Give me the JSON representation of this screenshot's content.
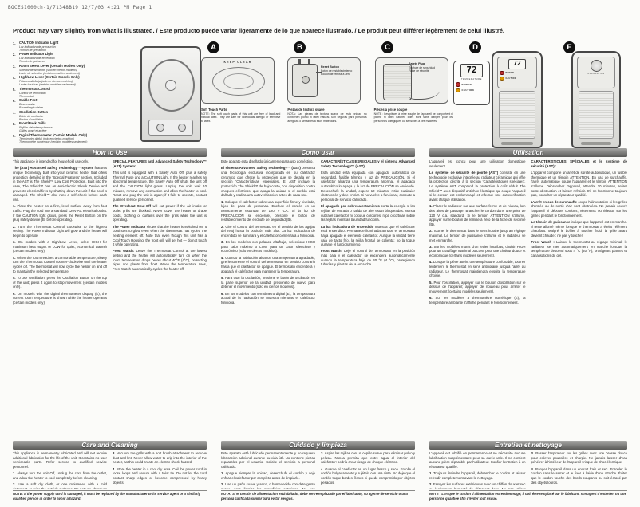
{
  "print_info": "BOCES1000ch-1/71348B19  12/7/03  4:21 PM  Page 1",
  "notice": "Product may vary slightly from what is illustrated. / Este producto puede variar ligeramente de lo que aparece ilustrado. / Le produit peut différer légèrement de celui illustré.",
  "parts": {
    "items": [
      {
        "num": "1.",
        "en": "CAUTION Indicator Light",
        "es": "Luz indicadora de precaución",
        "fr": "Témoin de précaution"
      },
      {
        "num": "2.",
        "en": "Power Indicator Light",
        "es": "Luz indicadora de encendido",
        "fr": "Témoin de puissance"
      },
      {
        "num": "3.",
        "en": "Room Select Lever (Certain Models Only)",
        "es": "Selector de ambiente (solo en ciertos modelos)",
        "fr": "Levier de sélection (certains modèles seulement)"
      },
      {
        "num": "4.",
        "en": "High/Low Lever (Certain Models Only)",
        "es": "Palanca alta/baja (solo en ciertos modelos)",
        "fr": "Levier haut/bas (certains modèles seulement)"
      },
      {
        "num": "5.",
        "en": "Thermostat Control",
        "es": "Control de termostato",
        "fr": "Thermostat"
      },
      {
        "num": "6.",
        "en": "Stable Feet",
        "es": "Base estable",
        "fr": "Base élargie stable"
      },
      {
        "num": "7.",
        "en": "Oscillation Button",
        "es": "Botón de oscilación",
        "fr": "Bouton d'oscillation"
      },
      {
        "num": "8.",
        "en": "Front/Back Grills",
        "es": "Rejillas delantera y trasera",
        "fr": "Grilles avant et arrière"
      },
      {
        "num": "9.",
        "en": "Digital Thermometer (Certain Models Only)",
        "es": "Termómetro digital (solo en ciertos modelos)",
        "fr": "Thermomètre numérique (certains modèles seulement)"
      }
    ]
  },
  "figures": {
    "badges": [
      "A",
      "B",
      "C",
      "D",
      "E"
    ],
    "keep_clear": "KEEP CLEAR",
    "reset_en": "Reset Button",
    "reset_es": "Botón de restablecimiento",
    "reset_fr": "Bouton de remise à zéro",
    "plug_en": "Safety Plug",
    "plug_es": "Enchufe de seguridad",
    "plug_fr": "Fiche de sécurité",
    "display": "72",
    "temperature": "TEMPERATURE",
    "power": "POWER",
    "caution": "CAUTION",
    "oscillation": "OSCILLATION",
    "captions": [
      {
        "lead": "Soft Touch Parts",
        "text": "NOTE: The soft touch parts of this unit are free of lead and natural latex. They are safe for individuals allergic or sensitive to latex."
      },
      {
        "lead": "Piezas de textura suave",
        "text": "NOTA: Las piezas de textura suave de esta unidad no contienen plomo ni látex natural. Son seguras para personas alérgicas o sensibles a esos materiales."
      },
      {
        "lead": "Pièces à prise souple",
        "text": "NOTE : Les pièces à prise souple de l'appareil ne comportent ni plomb ni latex naturel. Elles sont sans danger pour les personnes allergiques ou sensibles à ces matières."
      }
    ]
  },
  "sections": {
    "howto": {
      "title": "How to Use",
      "col1": [
        {
          "b": "",
          "t": "This appliance is intended for household use only."
        },
        {
          "b": "The (AST) Advanced Safety Technology™ system",
          "t": "features unique technology built into your ceramic heater that offers protection detailed in the 'Special Features' section. Included in the AST is The Shield™ Low Cost Protection. Built into the case, The Shield™ has an Anti-Electric Shock Device and prevents electrical fires by shutting down the unit if the cord is damaged. The Shield™ also runs a self check before each use."
        },
        {
          "b": "1.",
          "t": "Place the heater on a firm, level surface away from foot traffic. Plug the cord into a standard 120V AC electrical outlet. If the CAUTION light glows, press the Reset Button on the plug safety device (B) before operating."
        },
        {
          "b": "2.",
          "t": "Turn the Thermostat Control clockwise to the highest setting. The Power Indicator Light will glow and the heater will begin to operate."
        },
        {
          "b": "3.",
          "t": "On models with a High/Low Lever, select HIGH for maximum heat output or LOW for quiet, economical warmth (certain models only)."
        },
        {
          "b": "4.",
          "t": "When the room reaches a comfortable temperature, slowly turn the Thermostat Control counter-clockwise until the heater cycles off. The thermostat will now cycle the heater on and off to maintain the selected temperature."
        },
        {
          "b": "5.",
          "t": "To use Oscillation, press the Oscillation Button on the top of the unit; press it again to stop movement (certain models only)."
        },
        {
          "b": "6.",
          "t": "On models with the digital thermometer display (E), the current room temperature is shown while the heater operates (certain models only)."
        }
      ],
      "col2": [
        {
          "b": "SPECIAL FEATURES and Advanced Safety Technology™ (AST) System:",
          "t": ""
        },
        {
          "b": "",
          "t": "This unit is equipped with a Safety Auto Off, plus a safety Thermal Fuse and a CAUTION Light. If the heater reaches an abnormal temperature, the Safety Auto Off shuts the unit off and the CAUTION light glows. Unplug the unit, wait 10 minutes, remove any obstruction and allow the heater to cool. Reset and plug the unit in again; if it fails to operate, contact qualified service personnel."
        },
        {
          "b": "The Overheat Shut-Off",
          "t": "will cut power if the air intake or outlet grills are blocked. Never cover the heater or drape cords, clothing or curtains over the grills while the unit is operating."
        },
        {
          "b": "The Power Indicator",
          "t": "shows that the heater is switched on. It continues to glow even when the thermostat has cycled the heating element off. Note that even though this unit has a Cool-Touch Housing, the front grill will get hot — do not touch it while operating."
        },
        {
          "b": "Frost Watch:",
          "t": "Leave the Thermostat Control at the lowest setting and the heater will automatically turn on when the room temperature drops below about 40°F (4°C), protecting pipes and plants from frost. When the temperature rises, Frost Watch automatically cycles the heater off."
        }
      ]
    },
    "comousar": {
      "title": "Como usar",
      "col1": [
        {
          "b": "",
          "t": "Este aparato está diseñado únicamente para uso doméstico."
        },
        {
          "b": "El sistema Advanced Safety Technology™ (AST)",
          "t": "presenta una tecnología exclusiva incorporada en su calefactor cerámico que ofrece la protección que se detalla en la sección 'Características especiales'. El AST incluye la protección The Shield™ de bajo costo, con dispositivo contra choques eléctricos, que apaga la unidad si el cordón está dañado y realiza una autoverificación antes de cada uso."
        },
        {
          "b": "1.",
          "t": "Coloque el calefactor sobre una superficie firme y nivelada, lejos del paso de personas. Enchufe el cordón en un tomacorriente estándar de 120 V CA. Si la luz de PRECAUCIÓN se enciende, presione el botón de restablecimiento del enchufe de seguridad (B)."
        },
        {
          "b": "2.",
          "t": "Gire el control del termostato en el sentido de las agujas del reloj hasta la posición más alta. La luz indicadora de encendido se iluminará y el calefactor comenzará a funcionar."
        },
        {
          "b": "3.",
          "t": "En los modelos con palanca alta/baja, seleccione HIGH para calor máximo o LOW para un calor silencioso y económico (solo en ciertos modelos)."
        },
        {
          "b": "4.",
          "t": "Cuando la habitación alcance una temperatura agradable, gire lentamente el control del termostato en sentido contrario hasta que el calefactor se apague. El termostato encenderá y apagará el calefactor para mantener la temperatura."
        },
        {
          "b": "5.",
          "t": "Para usar la oscilación, presione el botón de oscilación en la parte superior de la unidad; presiónelo de nuevo para detener el movimiento (solo en ciertos modelos)."
        },
        {
          "b": "6.",
          "t": "En los modelos con termómetro digital (E), la temperatura actual de la habitación se muestra mientras el calefactor funciona."
        }
      ],
      "col2": [
        {
          "b": "CARACTERÍSTICAS ESPECIALES y el sistema Advanced Safety Technology™ (AST):",
          "t": ""
        },
        {
          "b": "",
          "t": "Esta unidad está equipada con apagado automático de seguridad, fusible térmico y luz de PRECAUCIÓN. Si el calefactor alcanza una temperatura anormal, el apagado automático lo apaga y la luz de PRECAUCIÓN se enciende. Desenchufe la unidad, espere 10 minutos, retire cualquier obstrucción y deje enfriar. Si no vuelve a funcionar, consulte a personal de servicio calificado."
        },
        {
          "b": "El apagado por sobrecalentamiento",
          "t": "corta la energía si las rejillas de entrada o salida de aire están bloqueadas. Nunca cubra el calefactor ni coloque cordones, ropa o cortinas sobre las rejillas mientras la unidad funciona."
        },
        {
          "b": "La luz indicadora de encendido",
          "t": "muestra que el calefactor está encendido. Permanece iluminada aunque el termostato haya apagado el elemento calefactor. Aunque la unidad tiene caja de tacto frío, la rejilla frontal se calienta: no la toque durante el funcionamiento."
        },
        {
          "b": "Frost Watch:",
          "t": "Deje el control del termostato en la posición más baja y el calefactor se encenderá automáticamente cuando la temperatura baje de 40 °F (4 °C), protegiendo tuberías y plantas de la escarcha."
        }
      ]
    },
    "utilisation": {
      "title": "Utilisation",
      "col1": [
        {
          "b": "",
          "t": "L'appareil est conçu pour une utilisation domestique seulement."
        },
        {
          "b": "Le système de sécurité de pointe (AST)",
          "t": "consiste en une technologie exclusive intégrée au radiateur céramique qui offre la protection décrite à la section 'Caractéristiques spéciales'. Le système AST comprend la protection à coût réduit The Shield™ avec dispositif antichoc électrique qui coupe l'appareil si le cordon est endommagé et effectue une autovérification avant chaque utilisation."
        },
        {
          "b": "1.",
          "t": "Placer le radiateur sur une surface ferme et de niveau, loin des aires de passage. Brancher le cordon dans une prise de 120 V c.a. standard. Si le témoin ATTENTION s'allume, appuyer sur le bouton de remise à zéro de la fiche de sécurité (B)."
        },
        {
          "b": "2.",
          "t": "Tourner le thermostat dans le sens horaire jusqu'au réglage maximal. Le témoin de puissance s'allume et le radiateur se met en marche."
        },
        {
          "b": "3.",
          "t": "Sur les modèles munis d'un levier haut/bas, choisir HIGH pour un chauffage maximal ou LOW pour une chaleur douce et économique (certains modèles seulement)."
        },
        {
          "b": "4.",
          "t": "Lorsque la pièce atteint une température confortable, tourner lentement le thermostat en sens antihoraire jusqu'à l'arrêt du radiateur. Le thermostat maintiendra ensuite la température choisie."
        },
        {
          "b": "5.",
          "t": "Pour l'oscillation, appuyer sur le bouton d'oscillation sur le dessus de l'appareil; appuyer de nouveau pour arrêter le mouvement (certains modèles seulement)."
        },
        {
          "b": "6.",
          "t": "Sur les modèles à thermomètre numérique (E), la température ambiante s'affiche pendant le fonctionnement."
        }
      ],
      "col2": [
        {
          "b": "CARACTÉRISTIQUES SPÉCIALES et le système de sécurité (AST) :",
          "t": ""
        },
        {
          "b": "",
          "t": "L'appareil comporte un arrêt de sûreté automatique, un fusible thermique et un témoin ATTENTION. En cas de surchauffe, l'arrêt automatique coupe l'appareil et le témoin ATTENTION s'allume. Débrancher l'appareil, attendre 10 minutes, retirer toute obstruction et laisser refroidir. S'il ne fonctionne toujours pas, consulter un réparateur qualifié."
        },
        {
          "b": "L'arrêt en cas de surchauffe",
          "t": "coupe l'alimentation si les grilles d'entrée ou de sortie d'air sont obstruées. Ne jamais couvrir l'appareil ni déposer cordons, vêtements ou rideaux sur les grilles pendant le fonctionnement."
        },
        {
          "b": "Le témoin de puissance",
          "t": "indique que l'appareil est en marche. Il reste allumé même lorsque le thermostat a éteint l'élément chauffant. Malgré le boîtier à toucher froid, la grille avant devient chaude : ne pas y toucher."
        },
        {
          "b": "Frost Watch :",
          "t": "Laisser le thermostat au réglage minimal; le radiateur se met automatiquement en marche lorsque la température descend sous 4 °C (40 °F), protégeant plantes et canalisations du gel."
        }
      ]
    },
    "care": {
      "title": "Care and Cleaning",
      "col1": [
        {
          "b": "",
          "t": "This appliance is permanently lubricated and will not require additional lubrication for the life of the unit. It contains no user serviceable parts. Refer service to qualified service personnel."
        },
        {
          "b": "1.",
          "t": "Always turn the unit Off, unplug the cord from the outlet, and allow the heater to cool completely before cleaning."
        },
        {
          "b": "2.",
          "t": "Use a soft dry cloth, or one moistened with a mild detergent, to wipe the outside surfaces. Do not use abrasives or harsh cleansers. Dry thoroughly before use."
        }
      ],
      "col2": [
        {
          "b": "3.",
          "t": "Vacuum the grills with a soft brush attachment to remove dust and lint. Never allow water to drip into the interior of the heater, as this could create an electric shock hazard."
        },
        {
          "b": "4.",
          "t": "Store the heater in a cool dry area. Coil the power cord in loose loops and secure with a twist tie. Do not let the cord contact sharp edges or become compressed by heavy objects."
        }
      ],
      "note": "NOTE: If the power supply cord is damaged, it must be replaced by the manufacturer or its service agent or a similarly qualified person in order to avoid a hazard."
    },
    "cuidado": {
      "title": "Cuidado y limpieza",
      "col1": [
        {
          "b": "",
          "t": "Este aparato está lubricado permanentemente y no requiere lubricación adicional durante su vida útil. No contiene piezas reparables por el usuario. Solicite el servicio a personal calificado."
        },
        {
          "b": "1.",
          "t": "Apague siempre la unidad, desenchufe el cordón y deje enfriar el calefactor por completo antes de limpiarlo."
        },
        {
          "b": "2.",
          "t": "Use un paño suave y seco, o humedecido con detergente suave, para limpiar las superficies exteriores. No use abrasivos ni limpiadores fuertes. Seque bien antes de usar."
        }
      ],
      "col2": [
        {
          "b": "3.",
          "t": "Aspire las rejillas con un cepillo suave para eliminar polvo y pelusa. Nunca permita que entre agua al interior del calefactor: podría crear riesgo de choque eléctrico."
        },
        {
          "b": "4.",
          "t": "Guarde el calefactor en un lugar fresco y seco. Enrolle el cordón holgadamente y sujételo con una cinta. No deje que el cordón toque bordes filosos ni quede comprimido por objetos pesados."
        }
      ],
      "note": "NOTA: Si el cordón de alimentación está dañado, debe ser reemplazado por el fabricante, su agente de servicio o una persona calificada similar para evitar riesgos."
    },
    "entretien": {
      "title": "Entretien et nettoyage",
      "col1": [
        {
          "b": "",
          "t": "L'appareil est lubrifié en permanence et ne nécessite aucune lubrification supplémentaire pour sa durée utile. Il ne contient aucune pièce réparable par l'utilisateur. Confier l'entretien à un réparateur qualifié."
        },
        {
          "b": "1.",
          "t": "Toujours éteindre l'appareil, débrancher le cordon et laisser refroidir complètement avant le nettoyage."
        },
        {
          "b": "2.",
          "t": "Essuyer les surfaces extérieures avec un chiffon doux et sec ou légèrement humecté de détergent doux. Ne pas utiliser d'abrasifs ni de nettoyants puissants. Bien sécher avant l'utilisation."
        }
      ],
      "col2": [
        {
          "b": "3.",
          "t": "Passer l'aspirateur sur les grilles avec une brosse douce pour enlever poussière et charpie. Ne jamais laisser d'eau pénétrer à l'intérieur de l'appareil : risque de choc électrique."
        },
        {
          "b": "4.",
          "t": "Ranger l'appareil dans un endroit frais et sec. Enrouler le cordon sans le serrer et le fixer à l'aide d'une attache. Éviter que le cordon touche des bords coupants ou soit écrasé par des objets lourds."
        }
      ],
      "note": "NOTE : Lorsque le cordon d'alimentation est endommagé, il doit être remplacé par le fabricant, son agent d'entretien ou une personne qualifiée afin d'éviter tout risque."
    }
  }
}
